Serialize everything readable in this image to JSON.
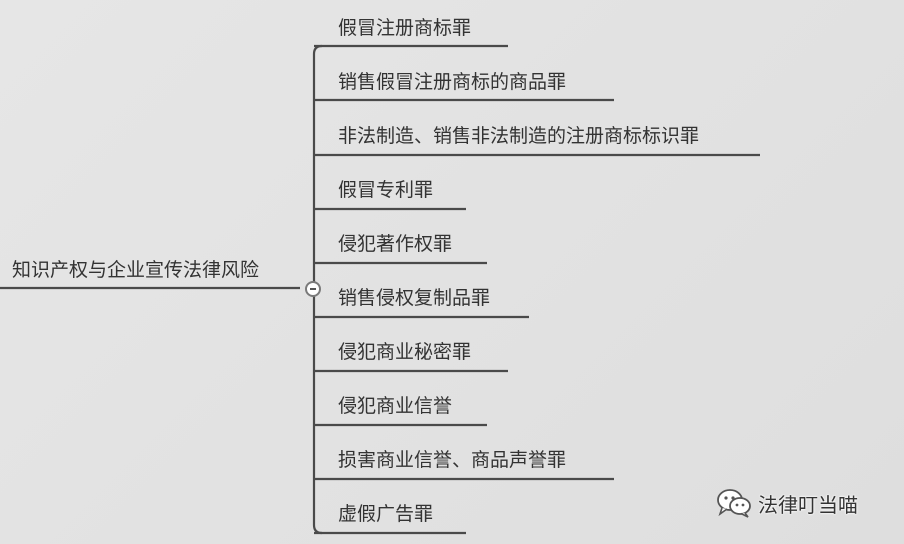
{
  "mindmap": {
    "root": "知识产权与企业宣传法律风险",
    "children": [
      "假冒注册商标罪",
      "销售假冒注册商标的商品罪",
      "非法制造、销售非法制造的注册商标标识罪",
      "假冒专利罪",
      "侵犯著作权罪",
      "销售侵权复制品罪",
      "侵犯商业秘密罪",
      "侵犯商业信誉",
      "损害商业信誉、商品声誉罪",
      "虚假广告罪"
    ],
    "toggle_icon": "minus-circle-icon"
  },
  "watermark": {
    "icon": "wechat-icon",
    "text": "法律叮当喵"
  },
  "colors": {
    "background": "#e4e4e4",
    "line": "#4a4a4a",
    "text": "#333333"
  }
}
